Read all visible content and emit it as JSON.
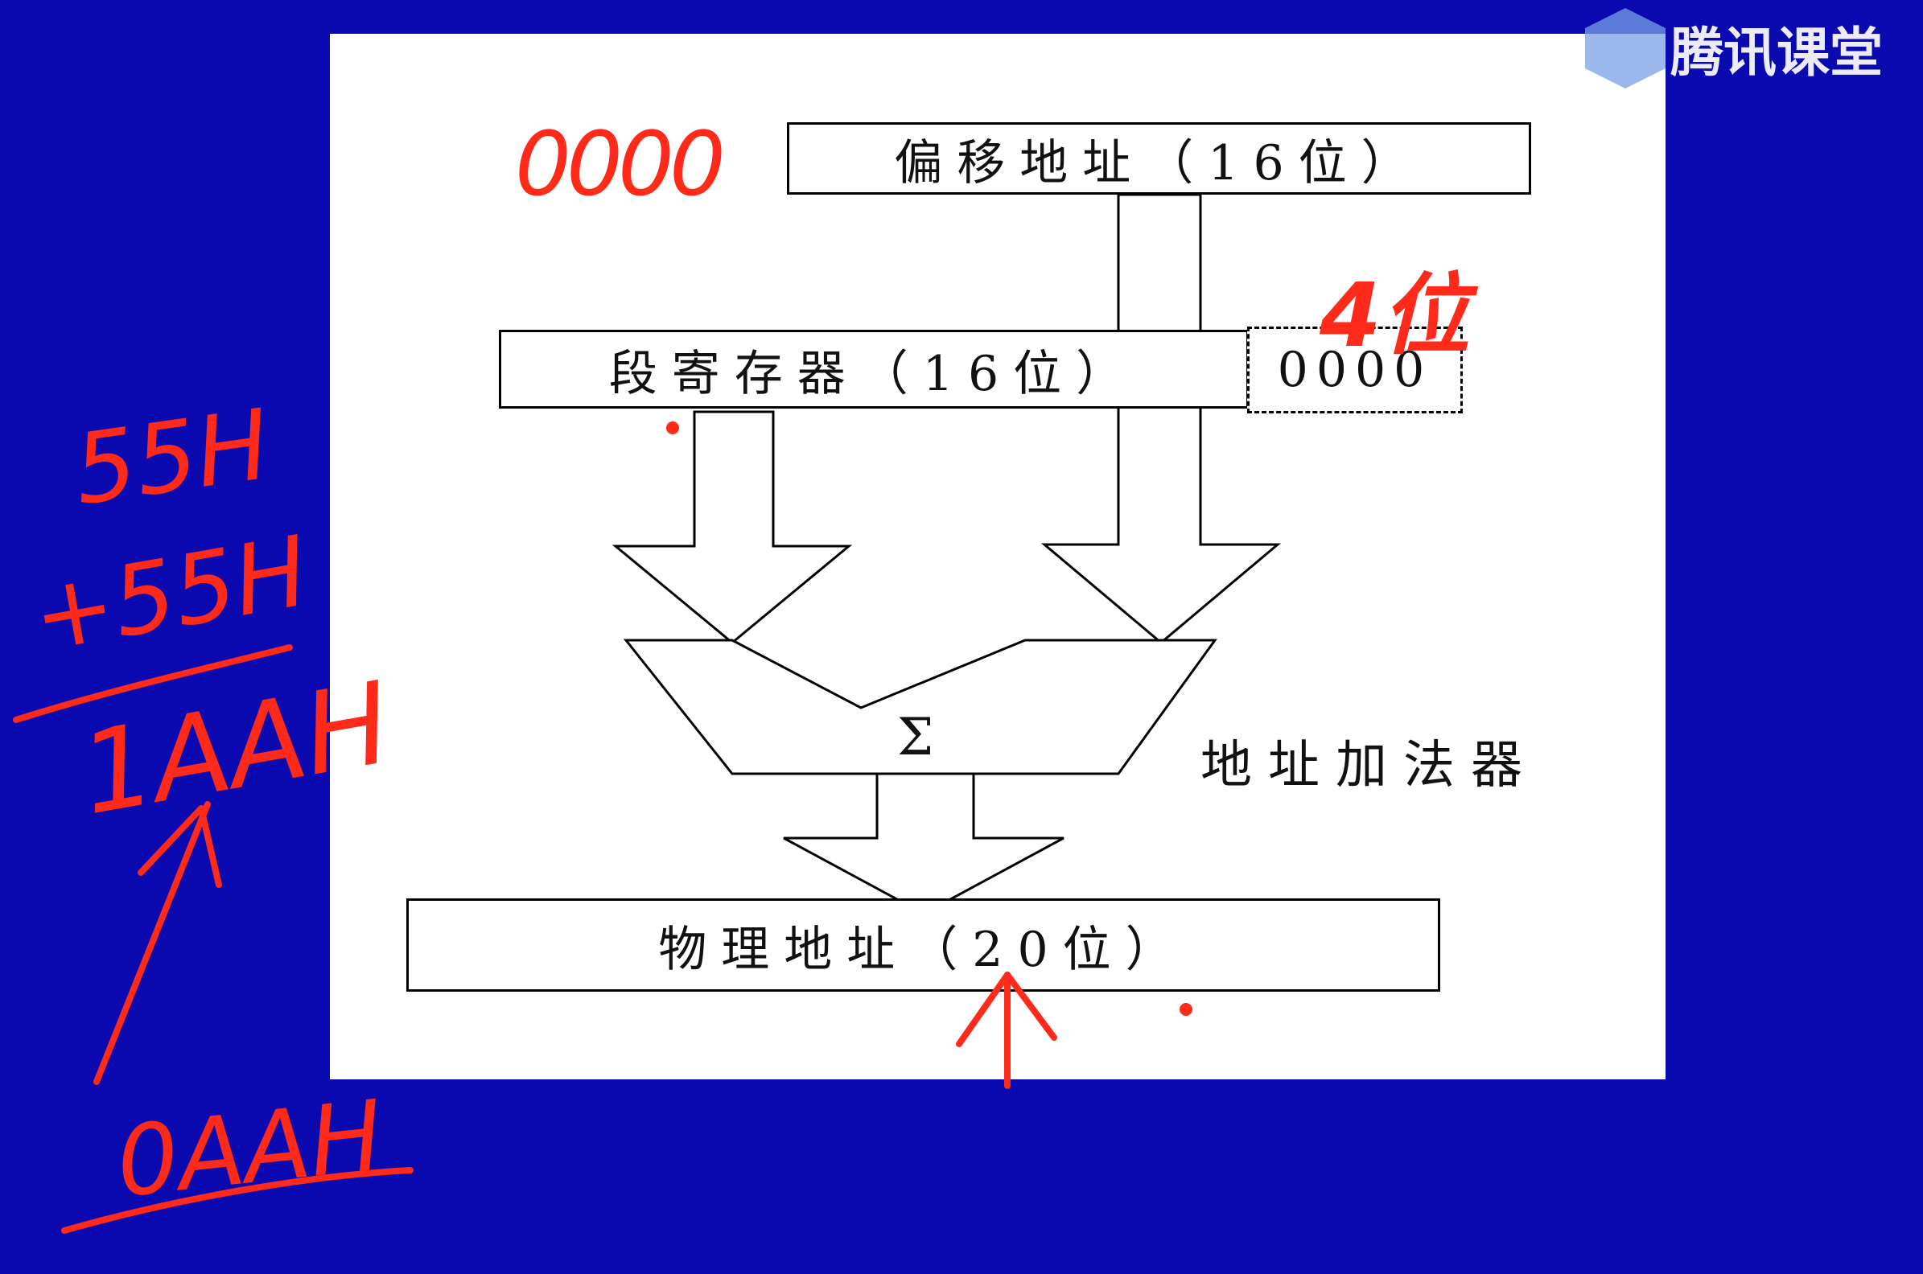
{
  "watermark": {
    "brand": "腾讯课堂",
    "icon": "hexagon-logo-icon"
  },
  "diagram": {
    "offset_box": "偏移地址（16位）",
    "segment_box": "段寄存器（16位）",
    "zero_box": "0000",
    "adder_symbol": "Σ",
    "adder_label": "地址加法器",
    "physical_box": "物理地址（20位）"
  },
  "handwriting": {
    "top_zeros": "0000",
    "four_bits": "4位",
    "add_line1": "55H",
    "add_line2": "+55H",
    "add_result": "1AAH",
    "final_result": "0AAH"
  },
  "colors": {
    "background": "#0a0ab0",
    "ink": "#ff2a1a"
  }
}
